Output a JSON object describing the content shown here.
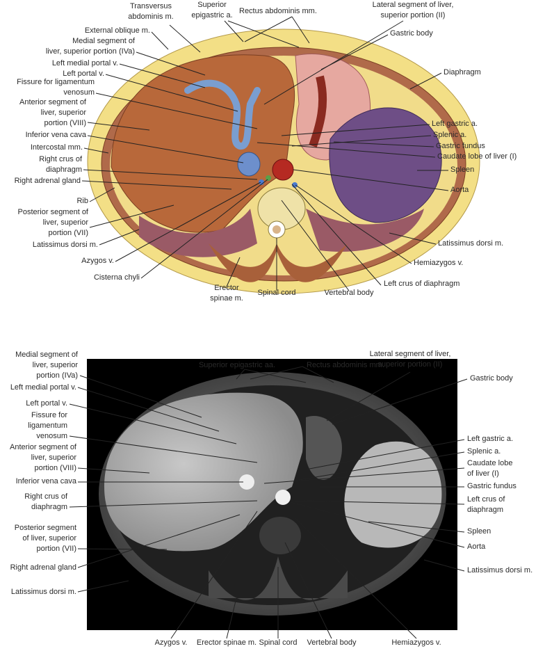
{
  "illustration": {
    "transversus": "Transversus\nabdominis m.",
    "sup_epigastric": "Superior\nepigastric a.",
    "rectus": "Rectus abdominis mm.",
    "lateral_seg": "Lateral segment of liver,\nsuperior portion (II)",
    "ext_oblique": "External oblique m.",
    "medial_seg": "Medial segment of\nliver, superior portion (IVa)",
    "left_medial_portal": "Left medial portal v.",
    "left_portal": "Left portal v.",
    "fissure": "Fissure for ligamentum\nvenosum",
    "anterior_seg": "Anterior segment of\nliver, superior\nportion (VIII)",
    "ivc": "Inferior vena cava",
    "intercostal": "Intercostal mm.",
    "right_crus": "Right crus of\ndiaphragm",
    "right_adrenal": "Right adrenal gland",
    "rib": "Rib",
    "posterior_seg": "Posterior segment of\nliver, superior\nportion (VII)",
    "latissimus_r": "Latissimus dorsi m.",
    "azygos": "Azygos v.",
    "cisterna": "Cisterna chyli",
    "erector": "Erector\nspinae m.",
    "spinal_cord": "Spinal cord",
    "vertebral_body": "Vertebral body",
    "left_crus": "Left crus of diaphragm",
    "hemiazygos": "Hemiazygos v.",
    "latissimus_l": "Latissimus dorsi m.",
    "aorta": "Aorta",
    "spleen": "Spleen",
    "caudate": "Caudate lobe of liver (I)",
    "gastric_fundus": "Gastric fundus",
    "splenic_a": "Splenic a.",
    "left_gastric": "Left gastric a.",
    "diaphragm": "Diaphragm",
    "gastric_body": "Gastric body"
  },
  "mri": {
    "sup_epigastric": "Superior epigastric aa.",
    "rectus": "Rectus abdominis mm.",
    "lateral_seg": "Lateral segment of liver,\nsuperior portion (II)",
    "gastric_body": "Gastric body",
    "medial_seg": "Medial segment of\nliver, superior\nportion (IVa)",
    "left_medial_portal": "Left medial portal v.",
    "left_portal": "Left portal v.",
    "fissure": "Fissure for\nligamentum\nvenosum",
    "anterior_seg": "Anterior segment of\nliver, superior\nportion (VIII)",
    "ivc": "Inferior vena cava",
    "right_crus": "Right crus of\ndiaphragm",
    "posterior_seg": "Posterior segment\nof liver, superior\nportion (VII)",
    "right_adrenal": "Right adrenal gland",
    "latissimus_r": "Latissimus dorsi m.",
    "azygos": "Azygos v.",
    "erector": "Erector spinae m.",
    "spinal_cord": "Spinal cord",
    "vertebral_body": "Vertebral body",
    "hemiazygos": "Hemiazygos v.",
    "left_gastric": "Left gastric a.",
    "splenic_a": "Splenic a.",
    "caudate": "Caudate lobe\nof liver (I)",
    "gastric_fundus": "Gastric fundus",
    "left_crus": "Left crus of\ndiaphragm",
    "spleen": "Spleen",
    "aorta": "Aorta",
    "latissimus_l": "Latissimus dorsi m."
  }
}
